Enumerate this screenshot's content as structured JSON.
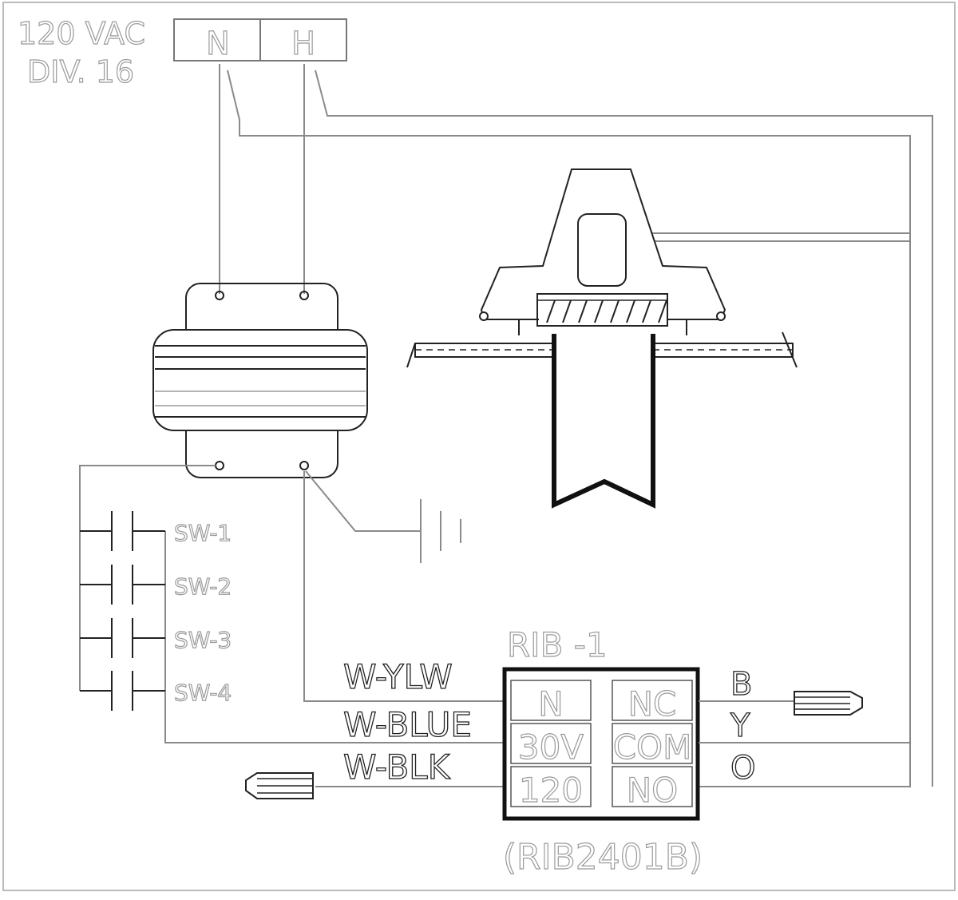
{
  "supply": {
    "line1": "120  VAC",
    "line2": "DIV.  16",
    "terminal_n": "N",
    "terminal_h": "H"
  },
  "switches": [
    {
      "label": "SW-1"
    },
    {
      "label": "SW-2"
    },
    {
      "label": "SW-3"
    },
    {
      "label": "SW-4"
    }
  ],
  "wires": {
    "ylw": "W-YLW",
    "blue": "W-BLUE",
    "blk": "W-BLK"
  },
  "relay": {
    "title": "RIB -1",
    "model": "(RIB2401B)",
    "left_terminals": [
      "N",
      "30V",
      "120"
    ],
    "right_terminals": [
      "NC",
      "COM",
      "NO"
    ],
    "outputs": [
      "B",
      "Y",
      "O"
    ]
  },
  "colors": {
    "line": "#8a8a8a",
    "dark": "#111111"
  }
}
